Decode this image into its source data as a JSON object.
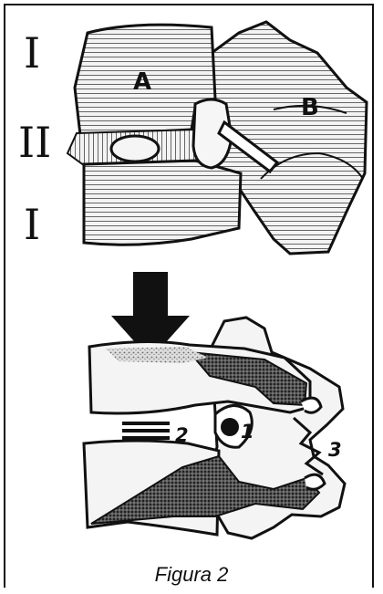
{
  "top_figure": {
    "side_labels": [
      "I",
      "II",
      "I"
    ],
    "region_labels": [
      "A",
      "B"
    ]
  },
  "bottom_figure": {
    "numbers": [
      "1",
      "2",
      "3"
    ]
  },
  "caption": "Figura 2"
}
